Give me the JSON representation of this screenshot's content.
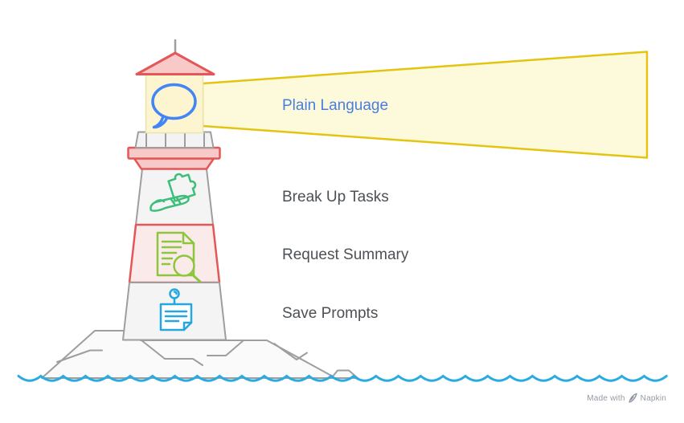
{
  "diagram": {
    "type": "lighthouse-infographic",
    "beam": {
      "label": "Plain Language",
      "icon": "speech-bubble-icon",
      "label_color": "#4A7DE2",
      "beam_fill": "#FDF9DB",
      "beam_stroke": "#E3C511"
    },
    "items": [
      {
        "label": "Break Up Tasks",
        "icon": "puzzle-hand-icon",
        "icon_color": "#3CBE7B",
        "band_fill": "#F4F4F4",
        "band_stroke": "#9E9E9E"
      },
      {
        "label": "Request Summary",
        "icon": "document-search-icon",
        "icon_color": "#8CC63F",
        "band_fill": "#FBEAEA",
        "band_stroke": "#E35757"
      },
      {
        "label": "Save Prompts",
        "icon": "pinned-note-icon",
        "icon_color": "#24A7DF",
        "band_fill": "#F4F4F4",
        "band_stroke": "#9E9E9E"
      }
    ],
    "palette": {
      "red_stroke": "#E35757",
      "pink_fill": "#F8C9C9",
      "lantern_fill": "#FCF5CF",
      "gray_stroke": "#9E9E9E",
      "rock_fill": "#FAFAFA",
      "wave_blue": "#29ABE2",
      "bubble_blue": "#4285F4",
      "label_dark": "#4D5055"
    }
  },
  "watermark": {
    "prefix": "Made with",
    "brand": "Napkin",
    "icon": "napkin-pen-icon",
    "color": "#929AA5"
  }
}
